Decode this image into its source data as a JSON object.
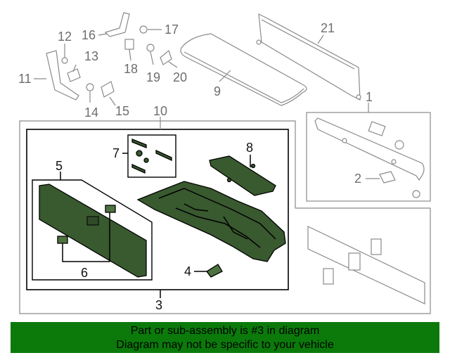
{
  "callouts": {
    "c1": "1",
    "c2": "2",
    "c3": "3",
    "c4": "4",
    "c5": "5",
    "c6": "6",
    "c7": "7",
    "c8": "8",
    "c9": "9",
    "c10": "10",
    "c11": "11",
    "c12": "12",
    "c13": "13",
    "c14": "14",
    "c15": "15",
    "c16": "16",
    "c17": "17",
    "c18": "18",
    "c19": "19",
    "c20": "20",
    "c21": "21"
  },
  "banner": {
    "line1": "Part or sub-assembly is #3 in diagram",
    "line2": "Diagram may not be specific to your vehicle",
    "color": "#0b7a0b"
  },
  "colors": {
    "highlight_part": "#39592f",
    "outline": "#8a8a8a"
  }
}
